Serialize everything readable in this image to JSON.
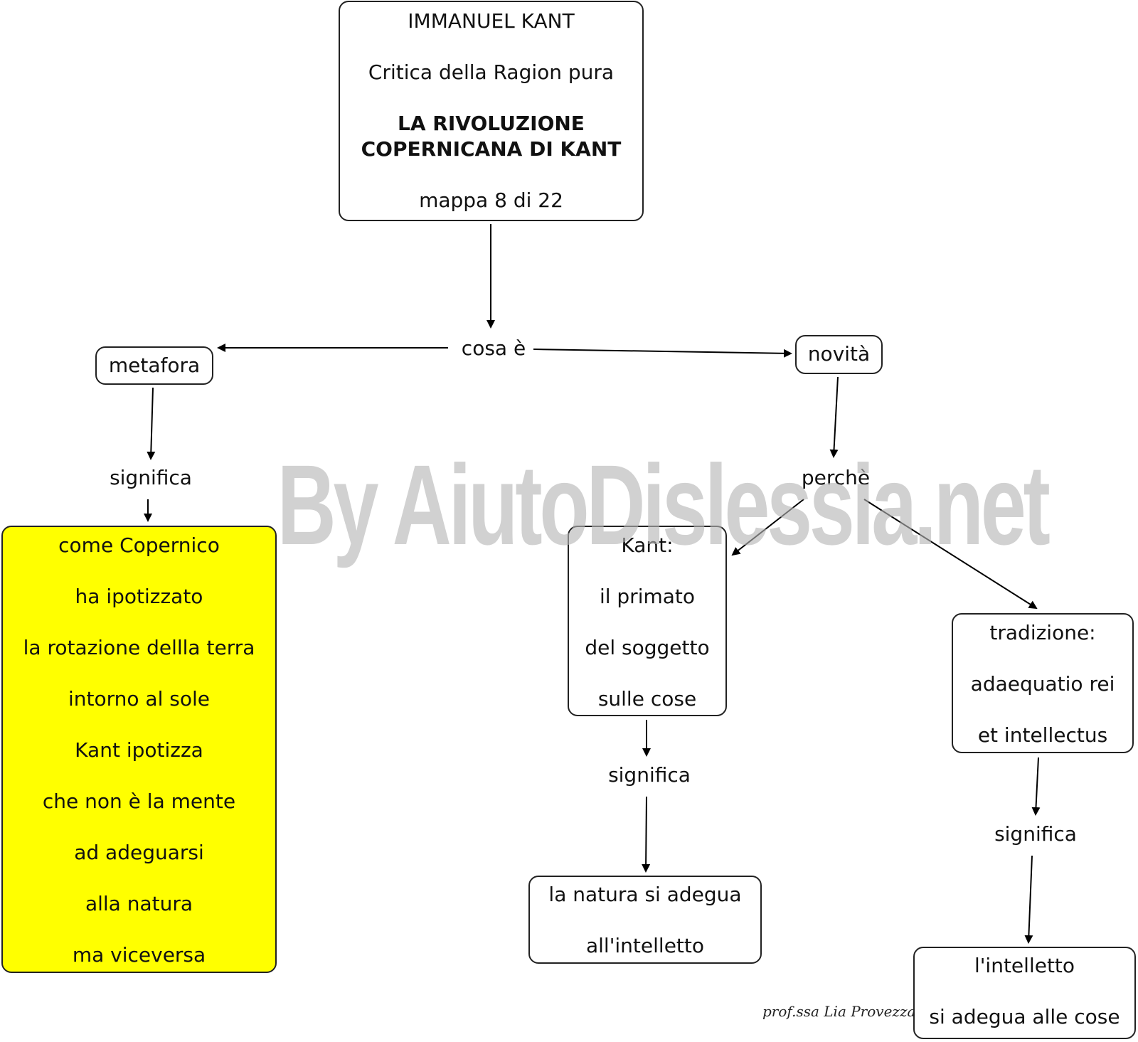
{
  "top": {
    "line1": "IMMANUEL KANT",
    "line2": "Critica della Ragion pura",
    "title1": "LA RIVOLUZIONE",
    "title2": "COPERNICANA DI KANT",
    "line5": "mappa 8 di 22"
  },
  "links": {
    "cosa_e": "cosa è",
    "significa_left": "significa",
    "perche": "perchè",
    "significa_mid": "significa",
    "significa_right": "significa"
  },
  "metafora": "metafora",
  "novita": "novità",
  "yellow": {
    "lines": [
      "come Copernico",
      "ha ipotizzato",
      "la rotazione dellla terra",
      "intorno al sole",
      "Kant ipotizza",
      "che non è la mente",
      "ad adeguarsi",
      "alla natura",
      "ma viceversa"
    ],
    "color": "#ffff00"
  },
  "kant_box": {
    "lines": [
      "Kant:",
      "il primato",
      "del soggetto",
      "sulle cose"
    ]
  },
  "natura_box": {
    "lines": [
      "la natura  si adegua",
      "all'intelletto"
    ]
  },
  "tradizione_box": {
    "lines": [
      "tradizione:",
      "adaequatio rei",
      "et intellectus"
    ]
  },
  "intelletto_box": {
    "lines": [
      "l'intelletto",
      "si adegua alle cose"
    ]
  },
  "watermark": "By AiutoDislessia.net",
  "signature": "prof.ssa Lia Provezza"
}
